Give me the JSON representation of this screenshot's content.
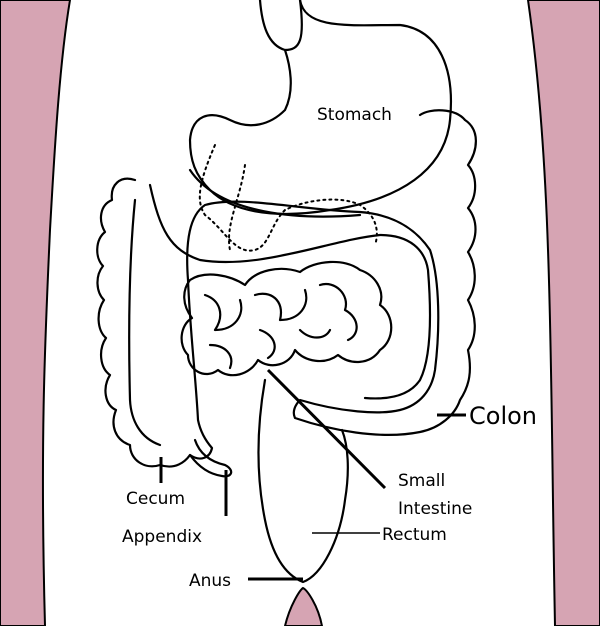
{
  "colors": {
    "background": "#ffffff",
    "side_tissue": "#d6a4b3",
    "body": "#ffffff",
    "outline": "#000000"
  },
  "labels": {
    "stomach": "Stomach",
    "colon": "Colon",
    "small_intestine_line1": "Small",
    "small_intestine_line2": "Intestine",
    "cecum": "Cecum",
    "appendix": "Appendix",
    "rectum": "Rectum",
    "anus": "Anus"
  }
}
